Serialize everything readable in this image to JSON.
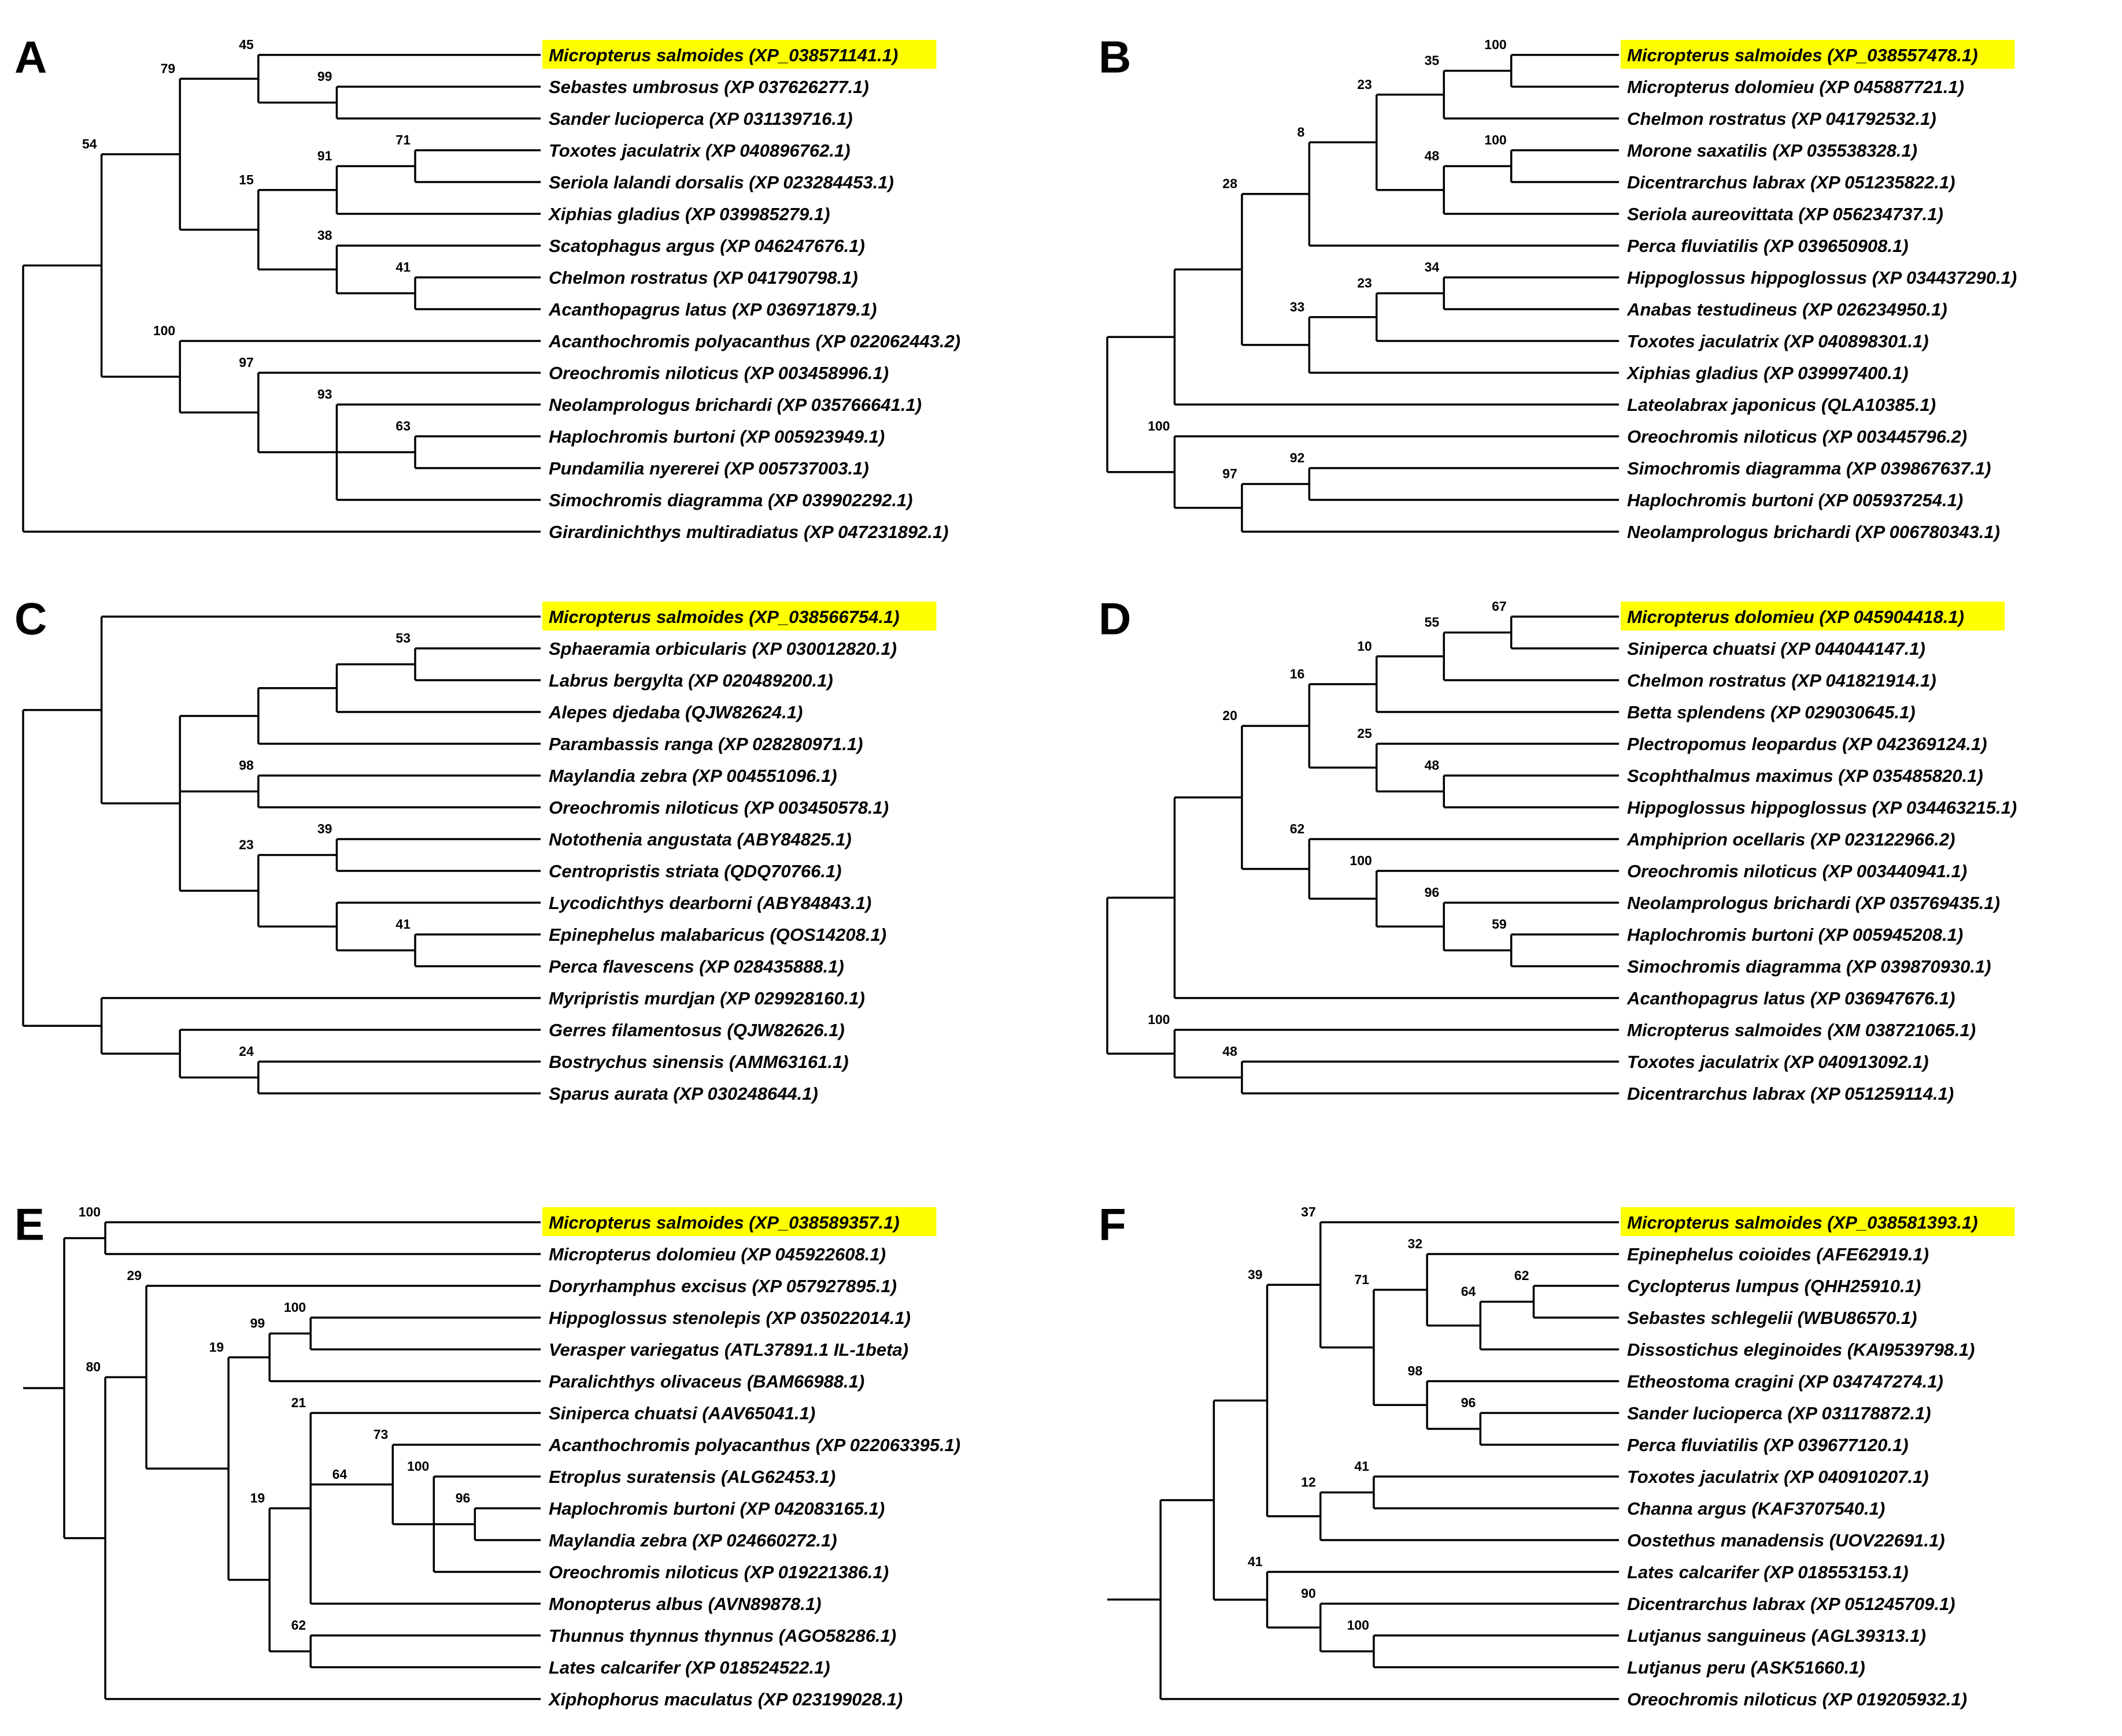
{
  "highlight_color": "#ffff00",
  "panels": [
    {
      "letter": "A",
      "left": true,
      "highlight": 0,
      "leaves": [
        "Micropterus salmoides (XP_038571141.1)",
        "Sebastes umbrosus (XP 037626277.1)",
        "Sander lucioperca (XP 031139716.1)",
        "Toxotes jaculatrix (XP 040896762.1)",
        "Seriola lalandi dorsalis (XP 023284453.1)",
        "Xiphias gladius (XP 039985279.1)",
        "Scatophagus argus (XP 046247676.1)",
        "Chelmon rostratus (XP 041790798.1)",
        "Acanthopagrus latus (XP 036971879.1)",
        "Acanthochromis polyacanthus (XP 022062443.2)",
        "Oreochromis niloticus (XP 003458996.1)",
        "Neolamprologus brichardi (XP 035766641.1)",
        "Haplochromis burtoni (XP 005923949.1)",
        "Pundamilia nyererei (XP 005737003.1)",
        "Simochromis diagramma (XP 039902292.1)",
        "Girardinichthys multiradiatus (XP 047231892.1)"
      ],
      "tree": [
        [
          [
            [
              0,
              [
                1,
                2,
                "99"
              ],
              "45"
            ],
            [
              [
                [
                  3,
                  4,
                  "71"
                ],
                5,
                "91"
              ],
              [
                6,
                [
                  7,
                  8,
                  "41"
                ],
                "38"
              ],
              "15"
            ],
            "79"
          ],
          [
            9,
            [
              10,
              [
                11,
                [
                  12,
                  13,
                  "63"
                ],
                14,
                "93"
              ],
              "97"
            ],
            "100"
          ],
          "54"
        ],
        15
      ]
    },
    {
      "letter": "B",
      "left": false,
      "highlight": 0,
      "leaves": [
        "Micropterus salmoides (XP_038557478.1)",
        "Micropterus dolomieu (XP 045887721.1)",
        "Chelmon rostratus (XP 041792532.1)",
        "Morone saxatilis (XP 035538328.1)",
        "Dicentrarchus labrax (XP 051235822.1)",
        "Seriola aureovittata (XP 056234737.1)",
        "Perca fluviatilis (XP 039650908.1)",
        "Hippoglossus hippoglossus (XP 034437290.1)",
        "Anabas testudineus (XP 026234950.1)",
        "Toxotes jaculatrix (XP 040898301.1)",
        "Xiphias gladius (XP 039997400.1)",
        "Lateolabrax japonicus (QLA10385.1)",
        "Oreochromis niloticus (XP 003445796.2)",
        "Simochromis diagramma (XP 039867637.1)",
        "Haplochromis burtoni (XP 005937254.1)",
        "Neolamprologus brichardi (XP 006780343.1)"
      ],
      "tree": [
        [
          [
            [
              [
                [
                  [
                    0,
                    1,
                    "100"
                  ],
                  2,
                  "35"
                ],
                [
                  [
                    3,
                    4,
                    "100"
                  ],
                  5,
                  "48"
                ],
                "23"
              ],
              6,
              "8"
            ],
            [
              [
                [
                  7,
                  8,
                  "34"
                ],
                9,
                "23"
              ],
              10,
              "33"
            ],
            "28"
          ],
          11
        ],
        [
          12,
          [
            [
              13,
              14,
              "92"
            ],
            15,
            "97"
          ],
          "100"
        ]
      ]
    },
    {
      "letter": "C",
      "left": true,
      "highlight": 0,
      "leaves": [
        "Micropterus salmoides (XP_038566754.1)",
        "Sphaeramia orbicularis (XP 030012820.1)",
        "Labrus bergylta (XP 020489200.1)",
        "Alepes djedaba (QJW82624.1)",
        "Parambassis ranga (XP 028280971.1)",
        "Maylandia zebra (XP 004551096.1)",
        "Oreochromis niloticus (XP 003450578.1)",
        "Notothenia angustata (ABY84825.1)",
        "Centropristis striata (QDQ70766.1)",
        "Lycodichthys dearborni (ABY84843.1)",
        "Epinephelus malabaricus (QOS14208.1)",
        "Perca flavescens (XP 028435888.1)",
        "Myripristis murdjan (XP 029928160.1)",
        "Gerres filamentosus (QJW82626.1)",
        "Bostrychus sinensis (AMM63161.1)",
        "Sparus aurata (XP 030248644.1)"
      ],
      "tree": [
        [
          0,
          [
            [
              [
                [
                  1,
                  2,
                  "53"
                ],
                3
              ],
              4
            ],
            [
              5,
              6,
              "98"
            ],
            [
              [
                7,
                8,
                "39"
              ],
              [
                9,
                [
                  10,
                  11,
                  "41"
                ]
              ],
              "23"
            ]
          ]
        ],
        [
          12,
          [
            13,
            [
              14,
              15,
              "24"
            ]
          ]
        ]
      ]
    },
    {
      "letter": "D",
      "left": false,
      "highlight": 0,
      "leaves": [
        "Micropterus dolomieu (XP 045904418.1)",
        "Siniperca chuatsi (XP 044044147.1)",
        "Chelmon rostratus (XP 041821914.1)",
        "Betta splendens (XP 029030645.1)",
        "Plectropomus leopardus (XP 042369124.1)",
        "Scophthalmus maximus (XP 035485820.1)",
        "Hippoglossus hippoglossus (XP 034463215.1)",
        "Amphiprion ocellaris (XP 023122966.2)",
        "Oreochromis niloticus (XP 003440941.1)",
        "Neolamprologus brichardi (XP 035769435.1)",
        "Haplochromis burtoni (XP 005945208.1)",
        "Simochromis diagramma (XP 039870930.1)",
        "Acanthopagrus latus (XP 036947676.1)",
        "Micropterus salmoides (XM 038721065.1)",
        "Toxotes jaculatrix (XP 040913092.1)",
        "Dicentrarchus labrax (XP 051259114.1)"
      ],
      "tree": [
        [
          [
            [
              [
                [
                  [
                    0,
                    1,
                    "67"
                  ],
                  2,
                  "55"
                ],
                3,
                "10"
              ],
              [
                4,
                [
                  5,
                  6,
                  "48"
                ],
                "25"
              ],
              "16"
            ],
            [
              7,
              [
                8,
                [
                  9,
                  [
                    10,
                    11,
                    "59"
                  ],
                  "96"
                ],
                "100"
              ],
              "62"
            ],
            "20"
          ],
          12
        ],
        [
          13,
          [
            14,
            15,
            "48"
          ],
          "100"
        ]
      ]
    },
    {
      "letter": "E",
      "left": true,
      "highlight": 0,
      "leaves": [
        "Micropterus salmoides (XP_038589357.1)",
        "Micropterus dolomieu (XP 045922608.1)",
        "Doryrhamphus excisus (XP 057927895.1)",
        "Hippoglossus stenolepis (XP 035022014.1)",
        "Verasper variegatus (ATL37891.1 IL-1beta)",
        "Paralichthys olivaceus (BAM66988.1)",
        "Siniperca chuatsi (AAV65041.1)",
        "Acanthochromis polyacanthus (XP 022063395.1)",
        "Etroplus suratensis (ALG62453.1)",
        "Haplochromis burtoni (XP 042083165.1)",
        "Maylandia zebra (XP 024660272.1)",
        "Oreochromis niloticus (XP 019221386.1)",
        "Monopterus albus (AVN89878.1)",
        "Thunnus thynnus thynnus (AGO58286.1)",
        "Lates calcarifer (XP 018524522.1)",
        "Xiphophorus maculatus (XP 023199028.1)"
      ],
      "tree": [
        [
          [
            0,
            1,
            "100"
          ],
          [
            [
              2,
              [
                [
                  [
                    [
                      3,
                      4,
                      "100"
                    ],
                    5,
                    "99"
                  ],
                  [
                    [
                      6,
                      [
                        [
                          7,
                          [
                            8,
                            [
                              9,
                              10,
                              "96"
                            ],
                            11,
                            "100"
                          ],
                          "73"
                        ],
                        "64"
                      ],
                      12,
                      "21"
                    ],
                    [
                      13,
                      14,
                      "62"
                    ],
                    "19"
                  ],
                  "19"
                ]
              ],
              "29"
            ],
            15,
            "80"
          ]
        ]
      ]
    },
    {
      "letter": "F",
      "left": false,
      "highlight": 0,
      "leaves": [
        "Micropterus salmoides (XP_038581393.1)",
        "Epinephelus coioides (AFE62919.1)",
        "Cyclopterus lumpus (QHH25910.1)",
        "Sebastes schlegelii (WBU86570.1)",
        "Dissostichus eleginoides (KAI9539798.1)",
        "Etheostoma cragini (XP 034747274.1)",
        "Sander lucioperca (XP 031178872.1)",
        "Perca fluviatilis (XP 039677120.1)",
        "Toxotes jaculatrix (XP 040910207.1)",
        "Channa argus (KAF3707540.1)",
        "Oostethus manadensis (UOV22691.1)",
        "Lates calcarifer (XP 018553153.1)",
        "Dicentrarchus labrax (XP 051245709.1)",
        "Lutjanus sanguineus (AGL39313.1)",
        "Lutjanus peru (ASK51660.1)",
        "Oreochromis niloticus (XP 019205932.1)"
      ],
      "tree": [
        [
          [
            [
              [
                0,
                [
                  [
                    1,
                    [
                      [
                        2,
                        3,
                        "62"
                      ],
                      4,
                      "64"
                    ],
                    "32"
                  ],
                  [
                    5,
                    [
                      6,
                      7,
                      "96"
                    ],
                    "98"
                  ],
                  "71"
                ],
                "37"
              ],
              [
                [
                  8,
                  9,
                  "41"
                ],
                10,
                "12"
              ],
              "39"
            ],
            [
              11,
              [
                12,
                [
                  13,
                  14,
                  "100"
                ],
                "90"
              ],
              "41"
            ]
          ],
          15
        ]
      ]
    }
  ]
}
